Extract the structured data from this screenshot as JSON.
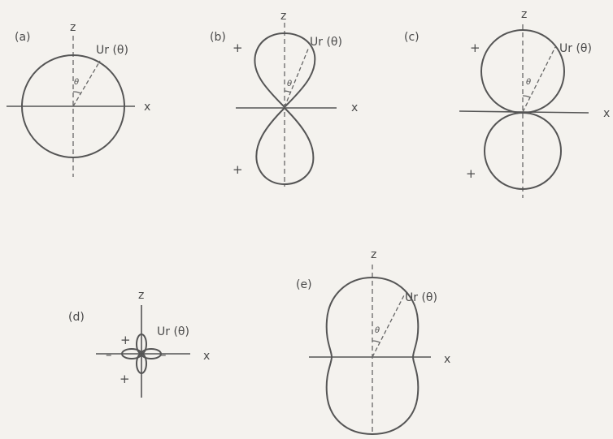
{
  "panels": {
    "a": {
      "label": "(a)",
      "z": "z",
      "x": "x",
      "u": "Ur (θ)",
      "theta": "θ"
    },
    "b": {
      "label": "(b)",
      "z": "z",
      "x": "x",
      "u": "Ur (θ)",
      "theta": "θ",
      "signs": [
        "+",
        "+"
      ]
    },
    "c": {
      "label": "(c)",
      "z": "z",
      "x": "x",
      "u": "Ur (θ)",
      "theta": "θ",
      "signs": [
        "+",
        "+"
      ]
    },
    "d": {
      "label": "(d)",
      "z": "z",
      "x": "x",
      "u": "Ur (θ)",
      "signs": [
        "+",
        "+",
        "–",
        "–"
      ]
    },
    "e": {
      "label": "(e)",
      "z": "z",
      "x": "x",
      "u": "Ur (θ)",
      "theta": "θ"
    }
  }
}
